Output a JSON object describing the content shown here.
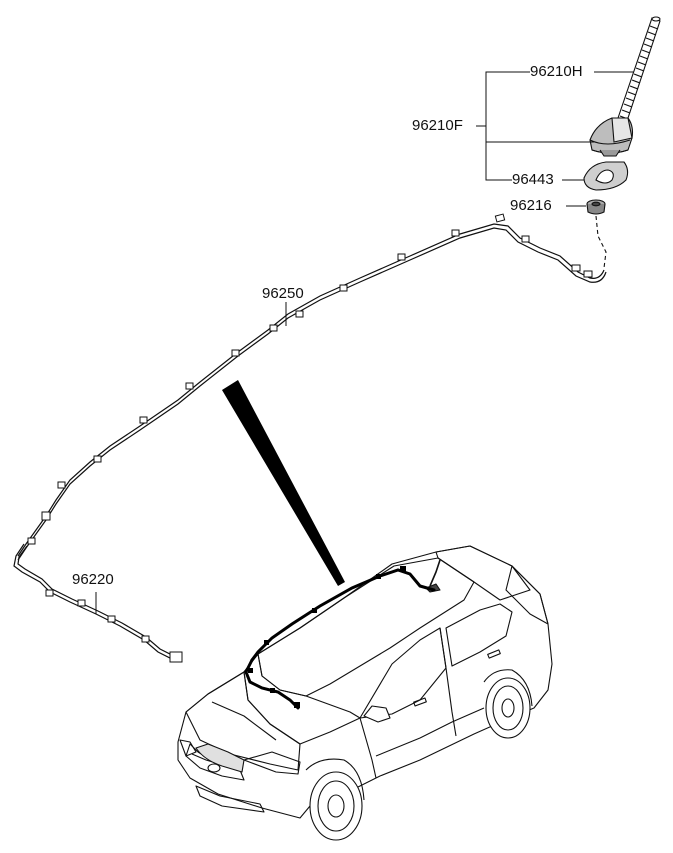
{
  "labels": {
    "antenna_rod": "96210H",
    "antenna_assembly": "96210F",
    "antenna_pad": "96443",
    "grommet": "96216",
    "roof_cable": "96250",
    "feeder_cable": "96220"
  },
  "colors": {
    "line": "#111111",
    "background": "#ffffff",
    "pointer": "#000000"
  }
}
